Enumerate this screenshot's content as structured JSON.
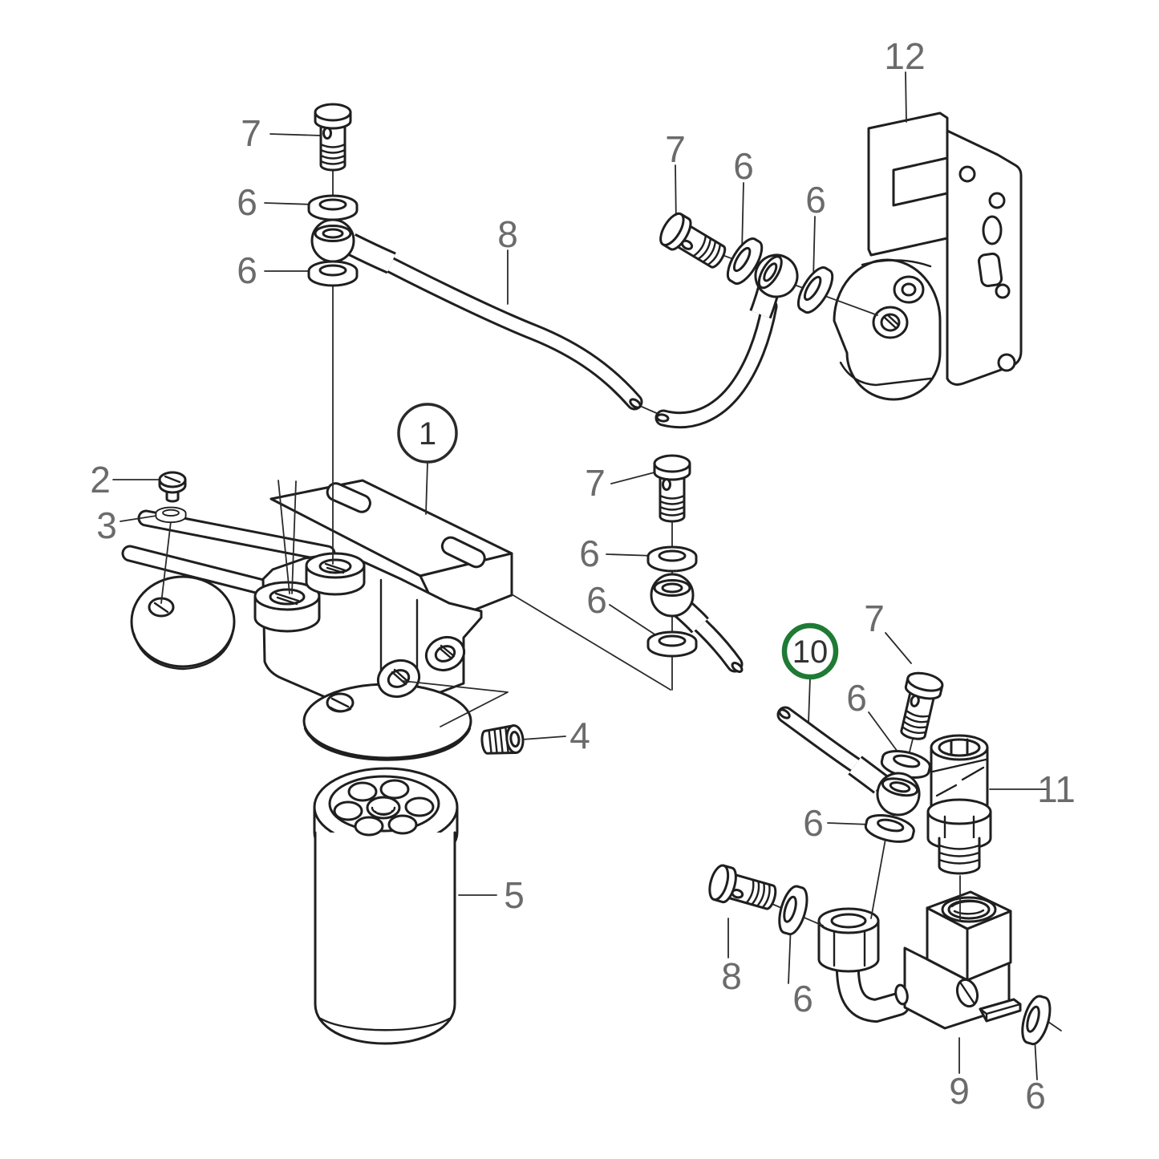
{
  "figure": {
    "type": "exploded-parts-diagram",
    "background_color": "#ffffff",
    "line_color": "#1f1f1f",
    "label_color": "#6b6b6b",
    "highlight_color": "#1e7a34",
    "callout_circle_color": "#2a2a2a"
  },
  "callouts": [
    {
      "id": "callout-filter-head",
      "text": "1",
      "highlighted": false
    },
    {
      "id": "callout-hose-10",
      "text": "10",
      "highlighted": true
    }
  ],
  "labels": [
    {
      "id": "label-7-top-left",
      "text": "7"
    },
    {
      "id": "label-6-top-left-upper",
      "text": "6"
    },
    {
      "id": "label-6-top-left-lower",
      "text": "6"
    },
    {
      "id": "label-8-hose-top",
      "text": "8"
    },
    {
      "id": "label-7-pump",
      "text": "7"
    },
    {
      "id": "label-6-pump-left",
      "text": "6"
    },
    {
      "id": "label-6-pump-right",
      "text": "6"
    },
    {
      "id": "label-12-pump",
      "text": "12"
    },
    {
      "id": "label-2-screw",
      "text": "2"
    },
    {
      "id": "label-3-washer",
      "text": "3"
    },
    {
      "id": "label-4-plug",
      "text": "4"
    },
    {
      "id": "label-7-mid",
      "text": "7"
    },
    {
      "id": "label-6-mid-upper",
      "text": "6"
    },
    {
      "id": "label-6-mid-lower",
      "text": "6"
    },
    {
      "id": "label-7-right",
      "text": "7"
    },
    {
      "id": "label-6-right-upper",
      "text": "6"
    },
    {
      "id": "label-11-sensor",
      "text": "11"
    },
    {
      "id": "label-6-right-lower",
      "text": "6"
    },
    {
      "id": "label-8-bolt-bottom",
      "text": "8"
    },
    {
      "id": "label-6-bottom-mid",
      "text": "6"
    },
    {
      "id": "label-9-block",
      "text": "9"
    },
    {
      "id": "label-6-bottom-right",
      "text": "6"
    },
    {
      "id": "label-5-filter",
      "text": "5"
    }
  ]
}
